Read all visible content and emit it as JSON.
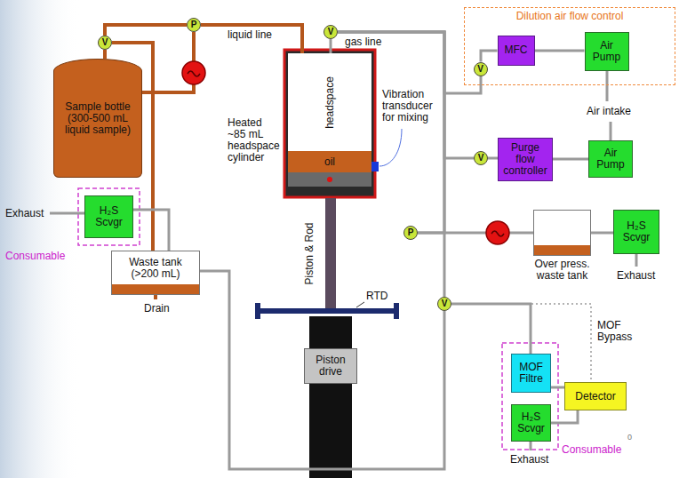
{
  "diagram": {
    "nodes": [
      {
        "text": [
          "Sample bottle (300-500 mL liquid sample)"
        ]
      },
      {
        "text": [
          "V"
        ]
      },
      {
        "text": [
          "P"
        ]
      },
      {
        "text": [
          "V"
        ]
      },
      {
        "text": [
          "headspace"
        ]
      },
      {
        "text": [
          "oil"
        ]
      },
      {
        "text": [
          "H₂S Scvgr"
        ]
      },
      {
        "text": [
          "Waste tank (>200 mL)"
        ]
      },
      {
        "text": [
          "Piston drive"
        ]
      },
      {
        "text": [
          "Dilution air flow control"
        ]
      },
      {
        "text": [
          "V"
        ],
        "in": 9
      },
      {
        "text": [
          "MFC"
        ],
        "in": 9
      },
      {
        "text": [
          "Air Pump"
        ],
        "in": 9
      },
      {
        "text": [
          "V"
        ]
      },
      {
        "text": [
          "Purge flow controller"
        ]
      },
      {
        "text": [
          "Air Pump"
        ]
      },
      {
        "text": [
          "P"
        ]
      },
      {
        "text": [
          "Over press. waste tank"
        ]
      },
      {
        "text": [
          "H₂S Scvgr"
        ]
      },
      {
        "text": [
          "V"
        ]
      },
      {
        "text": [
          "MOF Filtre"
        ]
      },
      {
        "text": [
          "Detector"
        ]
      },
      {
        "text": [
          "H₂S Scvgr"
        ]
      }
    ],
    "edges": [
      {
        "from": 0,
        "to": 1,
        "arrow": "none"
      },
      {
        "from": 1,
        "to": 2,
        "arrow": "none"
      },
      {
        "from": 2,
        "to": 4,
        "arrow": "none"
      },
      {
        "from": 3,
        "to": 4,
        "arrow": "none"
      },
      {
        "from": 1,
        "to": 7,
        "arrow": "none"
      },
      {
        "from": 6,
        "to": 7,
        "arrow": "none"
      },
      {
        "from": 19,
        "to": 7,
        "arrow": "none"
      },
      {
        "from": 3,
        "to": 10,
        "arrow": "none"
      },
      {
        "from": 10,
        "to": 11,
        "arrow": "none"
      },
      {
        "from": 11,
        "to": 12,
        "arrow": "none"
      },
      {
        "from": 3,
        "to": 13,
        "arrow": "none"
      },
      {
        "from": 13,
        "to": 14,
        "arrow": "none"
      },
      {
        "from": 14,
        "to": 15,
        "arrow": "none"
      },
      {
        "from": 3,
        "to": 16,
        "arrow": "none"
      },
      {
        "from": 16,
        "to": 17,
        "arrow": "none"
      },
      {
        "from": 17,
        "to": 18,
        "arrow": "none"
      },
      {
        "from": 3,
        "to": 19,
        "arrow": "none"
      },
      {
        "from": 19,
        "to": 20,
        "arrow": "none"
      },
      {
        "from": 19,
        "to": 21,
        "arrow": "none"
      },
      {
        "from": 20,
        "to": 21,
        "arrow": "none"
      },
      {
        "from": 21,
        "to": 22,
        "arrow": "none"
      }
    ],
    "labels": [
      "liquid line",
      "gas line",
      "Heated ~85 mL headspace cylinder",
      "Vibration transducer for mixing",
      "Piston & Rod",
      "RTD",
      "Exhaust",
      "Consumable",
      "Drain",
      "Air intake",
      "Exhaust",
      "MOF Bypass",
      "Exhaust",
      "Consumable",
      "0"
    ]
  }
}
